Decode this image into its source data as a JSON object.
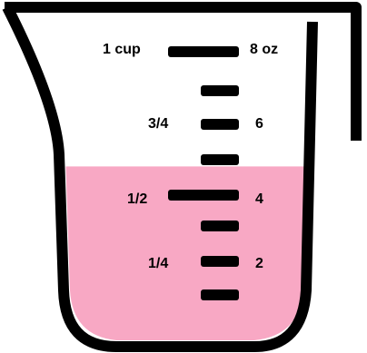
{
  "cup": {
    "fill_color": "#f8a8c4",
    "outline_color": "#000000",
    "liquid_level_cups": 0.6
  },
  "marks": {
    "cup_1": "1 cup",
    "oz_8": "8 oz",
    "cup_3_4": "3/4",
    "oz_6": "6",
    "cup_1_2": "1/2",
    "oz_4": "4",
    "cup_1_4": "1/4",
    "oz_2": "2"
  }
}
